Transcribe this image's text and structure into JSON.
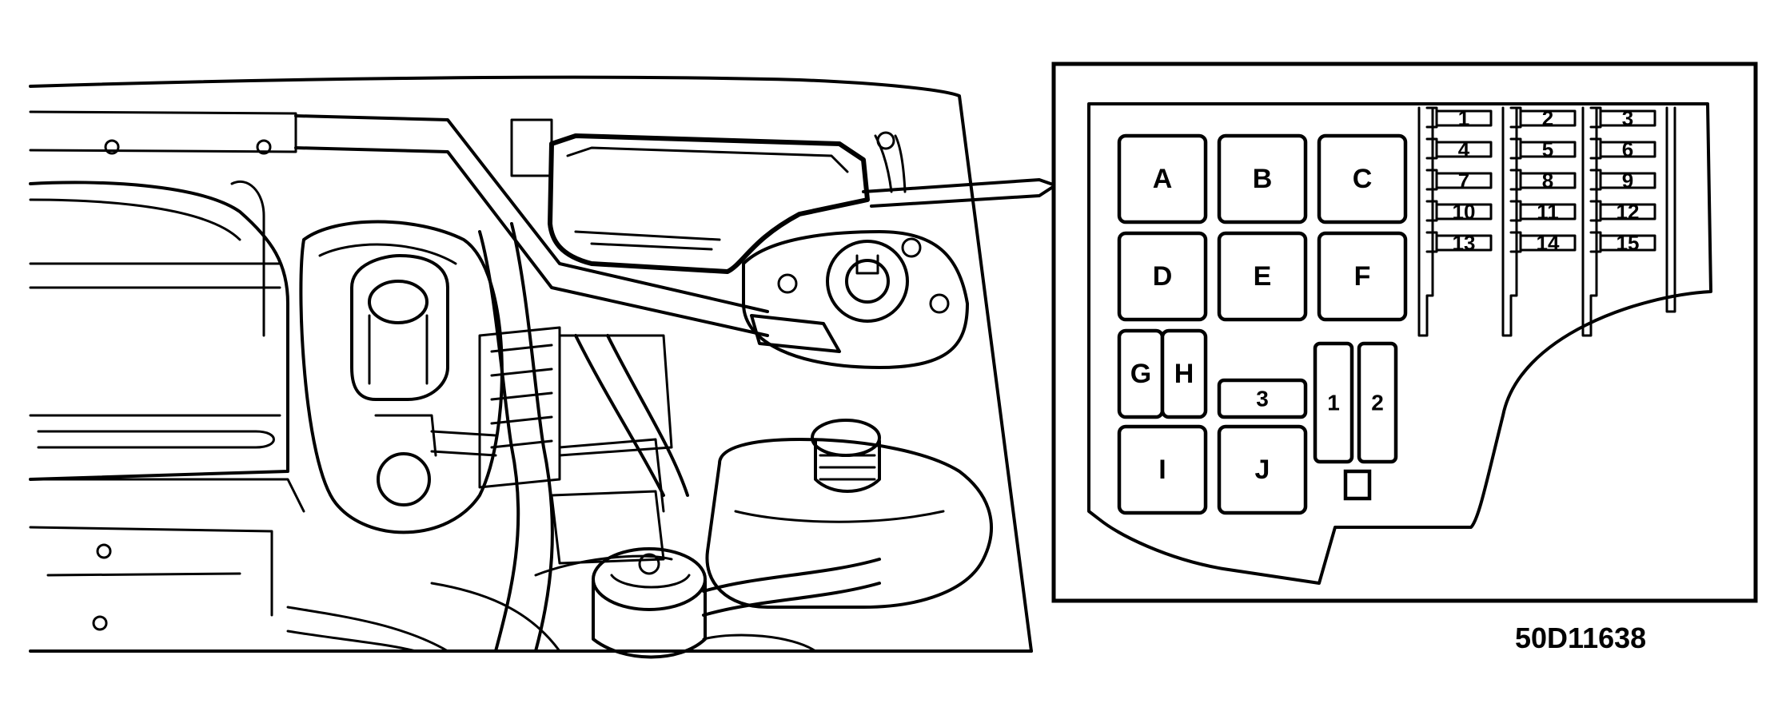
{
  "diagram_code": "50D11638",
  "relay_boxes": [
    {
      "label": "A"
    },
    {
      "label": "B"
    },
    {
      "label": "C"
    },
    {
      "label": "D"
    },
    {
      "label": "E"
    },
    {
      "label": "F"
    },
    {
      "label": "G"
    },
    {
      "label": "H"
    },
    {
      "label": "I"
    },
    {
      "label": "J"
    }
  ],
  "large_fuses": [
    {
      "label": "1"
    },
    {
      "label": "2"
    },
    {
      "label": "3"
    }
  ],
  "fuses": [
    {
      "label": "1"
    },
    {
      "label": "2"
    },
    {
      "label": "3"
    },
    {
      "label": "4"
    },
    {
      "label": "5"
    },
    {
      "label": "6"
    },
    {
      "label": "7"
    },
    {
      "label": "8"
    },
    {
      "label": "9"
    },
    {
      "label": "10"
    },
    {
      "label": "11"
    },
    {
      "label": "12"
    },
    {
      "label": "13"
    },
    {
      "label": "14"
    },
    {
      "label": "15"
    }
  ]
}
